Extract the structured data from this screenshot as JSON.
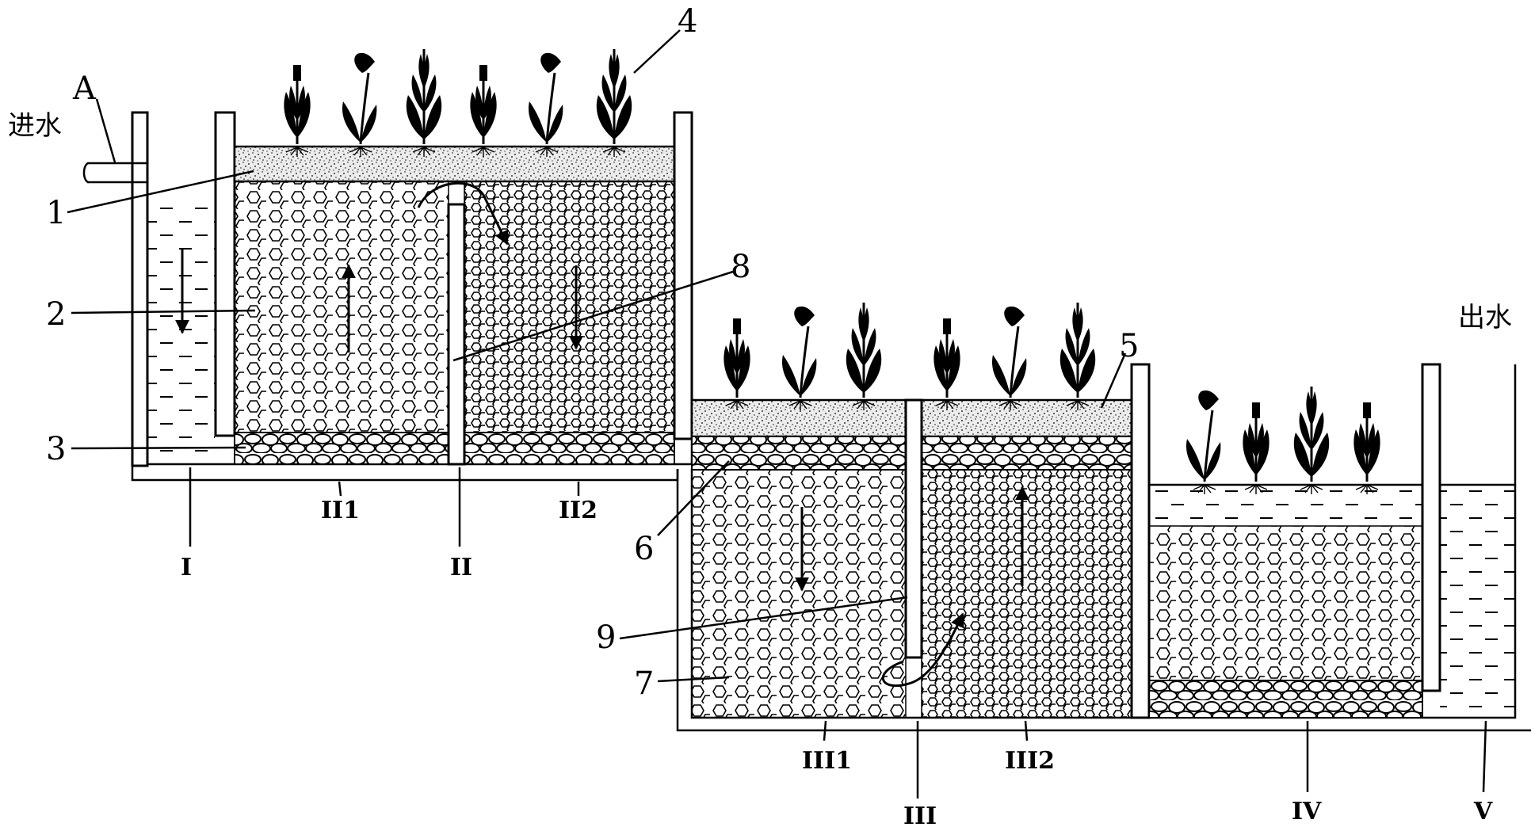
{
  "labels": {
    "A": "A",
    "inlet": "进水",
    "outlet": "出水",
    "n1": "1",
    "n2": "2",
    "n3": "3",
    "n4": "4",
    "n5": "5",
    "n6": "6",
    "n7": "7",
    "n8": "8",
    "n9": "9",
    "I": "I",
    "II": "II",
    "II1": "II1",
    "II2": "II2",
    "III": "III",
    "III1": "III1",
    "III2": "III2",
    "IV": "IV",
    "V": "V"
  },
  "colors": {
    "line": "#000000",
    "background": "#ffffff"
  }
}
